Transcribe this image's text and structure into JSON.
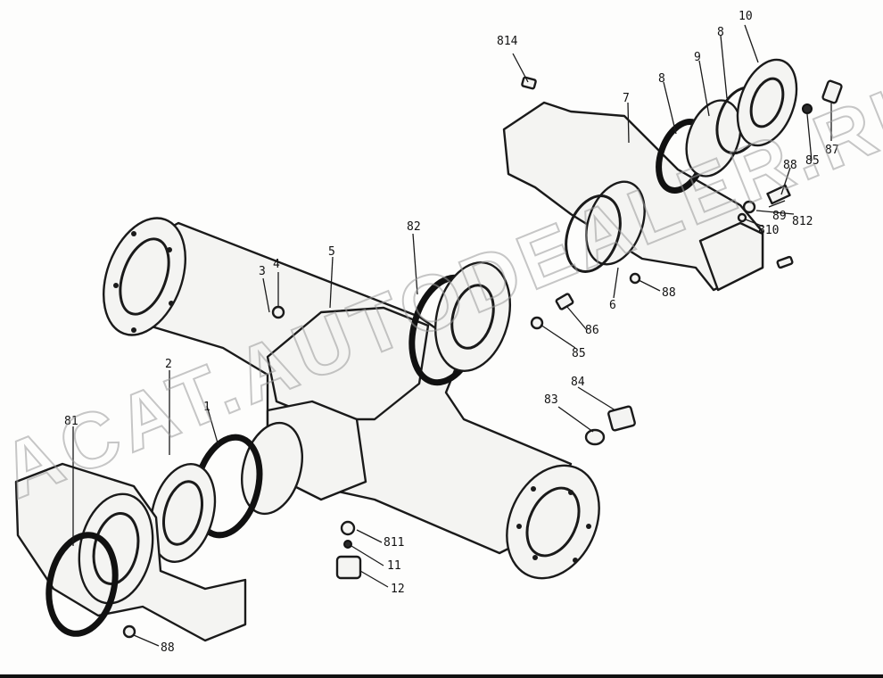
{
  "watermark": "ACAT.AUTODEALER.RU",
  "callouts": [
    {
      "id": "c-814",
      "text": "814"
    },
    {
      "id": "c-10",
      "text": "10"
    },
    {
      "id": "c-8a",
      "text": "8"
    },
    {
      "id": "c-8b",
      "text": "8"
    },
    {
      "id": "c-9",
      "text": "9"
    },
    {
      "id": "c-7",
      "text": "7"
    },
    {
      "id": "c-87",
      "text": "87"
    },
    {
      "id": "c-85a",
      "text": "85"
    },
    {
      "id": "c-88a",
      "text": "88"
    },
    {
      "id": "c-89",
      "text": "89"
    },
    {
      "id": "c-812",
      "text": "812"
    },
    {
      "id": "c-810",
      "text": "810"
    },
    {
      "id": "c-82",
      "text": "82"
    },
    {
      "id": "c-3",
      "text": "3"
    },
    {
      "id": "c-4",
      "text": "4"
    },
    {
      "id": "c-5",
      "text": "5"
    },
    {
      "id": "c-6",
      "text": "6"
    },
    {
      "id": "c-88b",
      "text": "88"
    },
    {
      "id": "c-86",
      "text": "86"
    },
    {
      "id": "c-85b",
      "text": "85"
    },
    {
      "id": "c-2",
      "text": "2"
    },
    {
      "id": "c-1",
      "text": "1"
    },
    {
      "id": "c-84",
      "text": "84"
    },
    {
      "id": "c-83",
      "text": "83"
    },
    {
      "id": "c-81",
      "text": "81"
    },
    {
      "id": "c-811",
      "text": "811"
    },
    {
      "id": "c-11",
      "text": "11"
    },
    {
      "id": "c-12",
      "text": "12"
    },
    {
      "id": "c-88c",
      "text": "88"
    }
  ]
}
